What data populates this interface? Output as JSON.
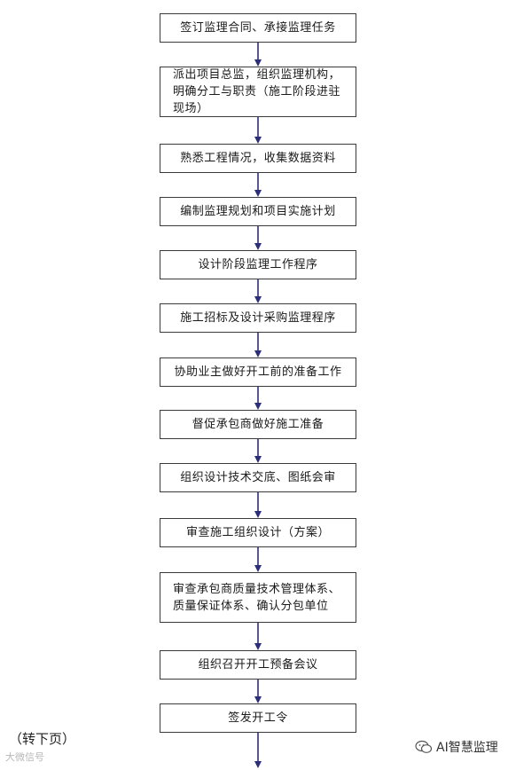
{
  "steps": [
    {
      "text": "签订监理合同、承接监理任务"
    },
    {
      "text": "派出项目总监，组织监理机构，明确分工与职责（施工阶段进驻现场）"
    },
    {
      "text": "熟悉工程情况，收集数据资料"
    },
    {
      "text": "编制监理规划和项目实施计划"
    },
    {
      "text": "设计阶段监理工作程序"
    },
    {
      "text": "施工招标及设计采购监理程序"
    },
    {
      "text": "协助业主做好开工前的准备工作"
    },
    {
      "text": "督促承包商做好施工准备"
    },
    {
      "text": "组织设计技术交底、图纸会审"
    },
    {
      "text": "审查施工组织设计（方案）"
    },
    {
      "text": "审查承包商质量技术管理体系、质量保证体系、确认分包单位"
    },
    {
      "text": "组织召开开工预备会议"
    },
    {
      "text": "签发开工令"
    }
  ],
  "footer": {
    "continue_note": "（转下页）",
    "watermark_left": "大微信号",
    "brand": "AI智慧监理"
  },
  "colors": {
    "arrow": "#2b2f7a",
    "border": "#3a3a3a"
  }
}
